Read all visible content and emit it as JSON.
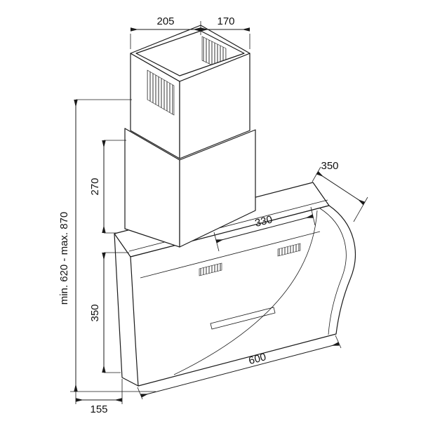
{
  "drawing": {
    "type": "technical-dimension-drawing",
    "subject": "wall-mounted angled-glass chimney cooker hood",
    "units": "mm",
    "line_color": "#1a1a1a",
    "background_color": "#ffffff",
    "dimensions": {
      "chimney_top_width": "205",
      "chimney_top_depth": "170",
      "hood_depth": "350",
      "inner_glass_width": "330",
      "chimney_lower_height": "270",
      "hood_body_height": "350",
      "hood_width": "600",
      "bottom_depth": "155",
      "height_range": "min. 620 - max. 870"
    }
  }
}
